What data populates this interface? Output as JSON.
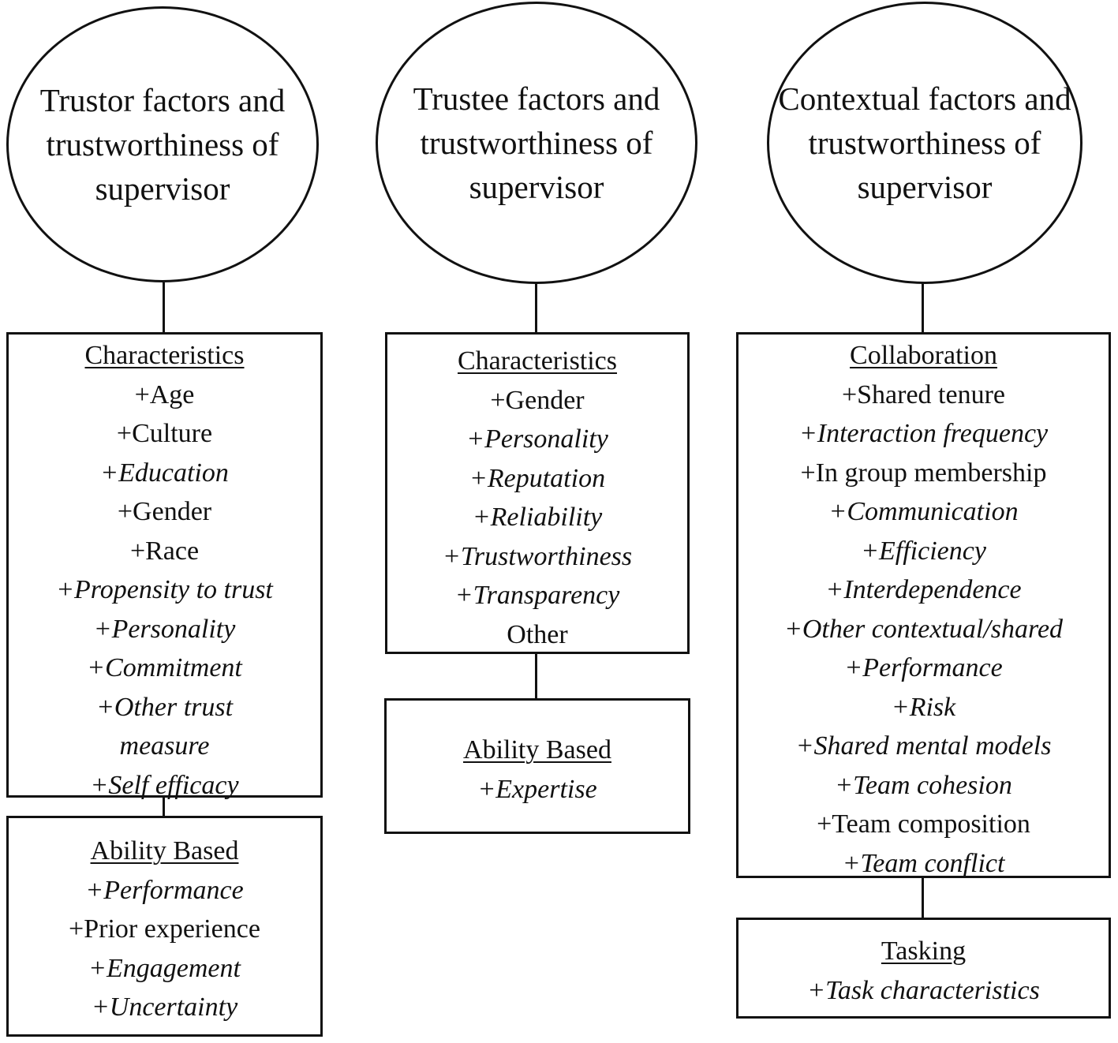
{
  "columns": [
    {
      "title": "Trustor factors and trustworthiness of supervisor",
      "boxes": [
        {
          "heading": "Characteristics",
          "items": [
            {
              "text": "+Age",
              "italic": false
            },
            {
              "text": "+Culture",
              "italic": false
            },
            {
              "text": "+Education",
              "italic": true
            },
            {
              "text": "+Gender",
              "italic": false
            },
            {
              "text": "+Race",
              "italic": false
            },
            {
              "text": "+Propensity to trust",
              "italic": true
            },
            {
              "text": "+Personality",
              "italic": true
            },
            {
              "text": "+Commitment",
              "italic": true
            },
            {
              "text": "+Other trust",
              "italic": true
            },
            {
              "text": "measure",
              "italic": true
            },
            {
              "text": "+Self efficacy",
              "italic": true
            }
          ]
        },
        {
          "heading": "Ability Based",
          "items": [
            {
              "text": "+Performance",
              "italic": true
            },
            {
              "text": "+Prior experience",
              "italic": false
            },
            {
              "text": "+Engagement",
              "italic": true
            },
            {
              "text": "+Uncertainty",
              "italic": true
            }
          ]
        }
      ]
    },
    {
      "title": "Trustee factors and trustworthiness of supervisor",
      "boxes": [
        {
          "heading": "Characteristics",
          "items": [
            {
              "text": "+Gender",
              "italic": false
            },
            {
              "text": "+Personality",
              "italic": true
            },
            {
              "text": "+Reputation",
              "italic": true
            },
            {
              "text": "+Reliability",
              "italic": true
            },
            {
              "text": "+Trustworthiness",
              "italic": true
            },
            {
              "text": "+Transparency",
              "italic": true
            },
            {
              "text": "Other",
              "italic": false
            }
          ]
        },
        {
          "heading": "Ability Based",
          "items": [
            {
              "text": "+Expertise",
              "italic": true
            }
          ]
        }
      ]
    },
    {
      "title": "Contextual factors and trustworthiness of supervisor",
      "boxes": [
        {
          "heading": "Collaboration",
          "items": [
            {
              "text": "+Shared tenure",
              "italic": false
            },
            {
              "text": "+Interaction frequency",
              "italic": true
            },
            {
              "text": "+In group membership",
              "italic": false
            },
            {
              "text": "+Communication",
              "italic": true
            },
            {
              "text": "+Efficiency",
              "italic": true
            },
            {
              "text": "+Interdependence",
              "italic": true
            },
            {
              "text": "+Other contextual/shared",
              "italic": true
            },
            {
              "text": "+Performance",
              "italic": true
            },
            {
              "text": "+Risk",
              "italic": true
            },
            {
              "text": "+Shared mental models",
              "italic": true
            },
            {
              "text": "+Team cohesion",
              "italic": true
            },
            {
              "text": "+Team composition",
              "italic": false
            },
            {
              "text": "+Team conflict",
              "italic": true
            }
          ]
        },
        {
          "heading": "Tasking",
          "items": [
            {
              "text": "+Task characteristics",
              "italic": true
            }
          ]
        }
      ]
    }
  ]
}
